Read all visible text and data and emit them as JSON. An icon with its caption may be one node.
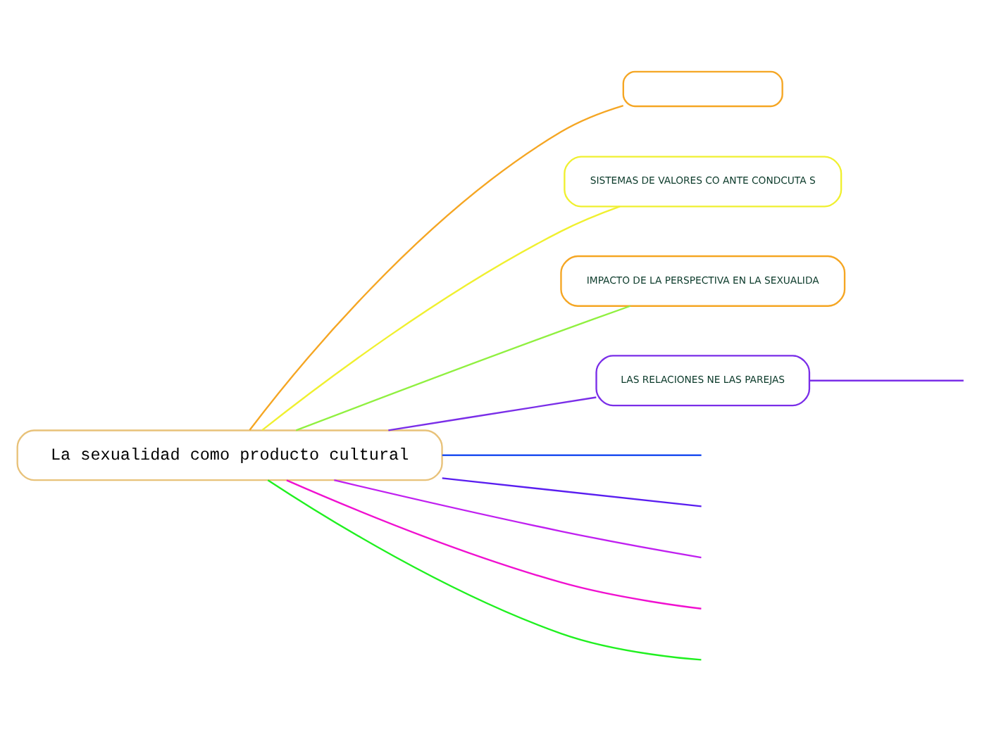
{
  "diagram": {
    "nodes": [
      {
        "text": [
          "La sexualidad como producto cultural"
        ]
      },
      {
        "text": [],
        "shape": "box"
      },
      {
        "text": [
          "SISTEMAS DE VALORES CO ANTE CONDCUTA S"
        ]
      },
      {
        "text": [
          "IMPACTO DE LA PERSPECTIVA EN LA SEXUALIDA"
        ]
      },
      {
        "text": [
          "LAS RELACIONES NE LAS PAREJAS"
        ]
      }
    ],
    "edges": [
      {
        "from": 0,
        "to": 1,
        "arrow": "none",
        "color": "#f5a623"
      },
      {
        "from": 0,
        "to": 2,
        "arrow": "none",
        "color": "#f0f030"
      },
      {
        "from": 0,
        "to": 3,
        "arrow": "none",
        "color": "#90f040"
      },
      {
        "from": 0,
        "to": 4,
        "arrow": "none",
        "color": "#7a2ee8"
      },
      {
        "from": 0,
        "to": null,
        "arrow": "none",
        "color": "#20f020"
      },
      {
        "from": 0,
        "to": null,
        "arrow": "none",
        "color": "#f010d0"
      },
      {
        "from": 0,
        "to": null,
        "arrow": "none",
        "color": "#c020f0"
      },
      {
        "from": 0,
        "to": null,
        "arrow": "none",
        "color": "#5a1ef0"
      },
      {
        "from": 0,
        "to": null,
        "arrow": "none",
        "color": "#1e4ff0"
      },
      {
        "from": 4,
        "to": null,
        "arrow": "none",
        "color": "#7a2ee8"
      }
    ]
  }
}
